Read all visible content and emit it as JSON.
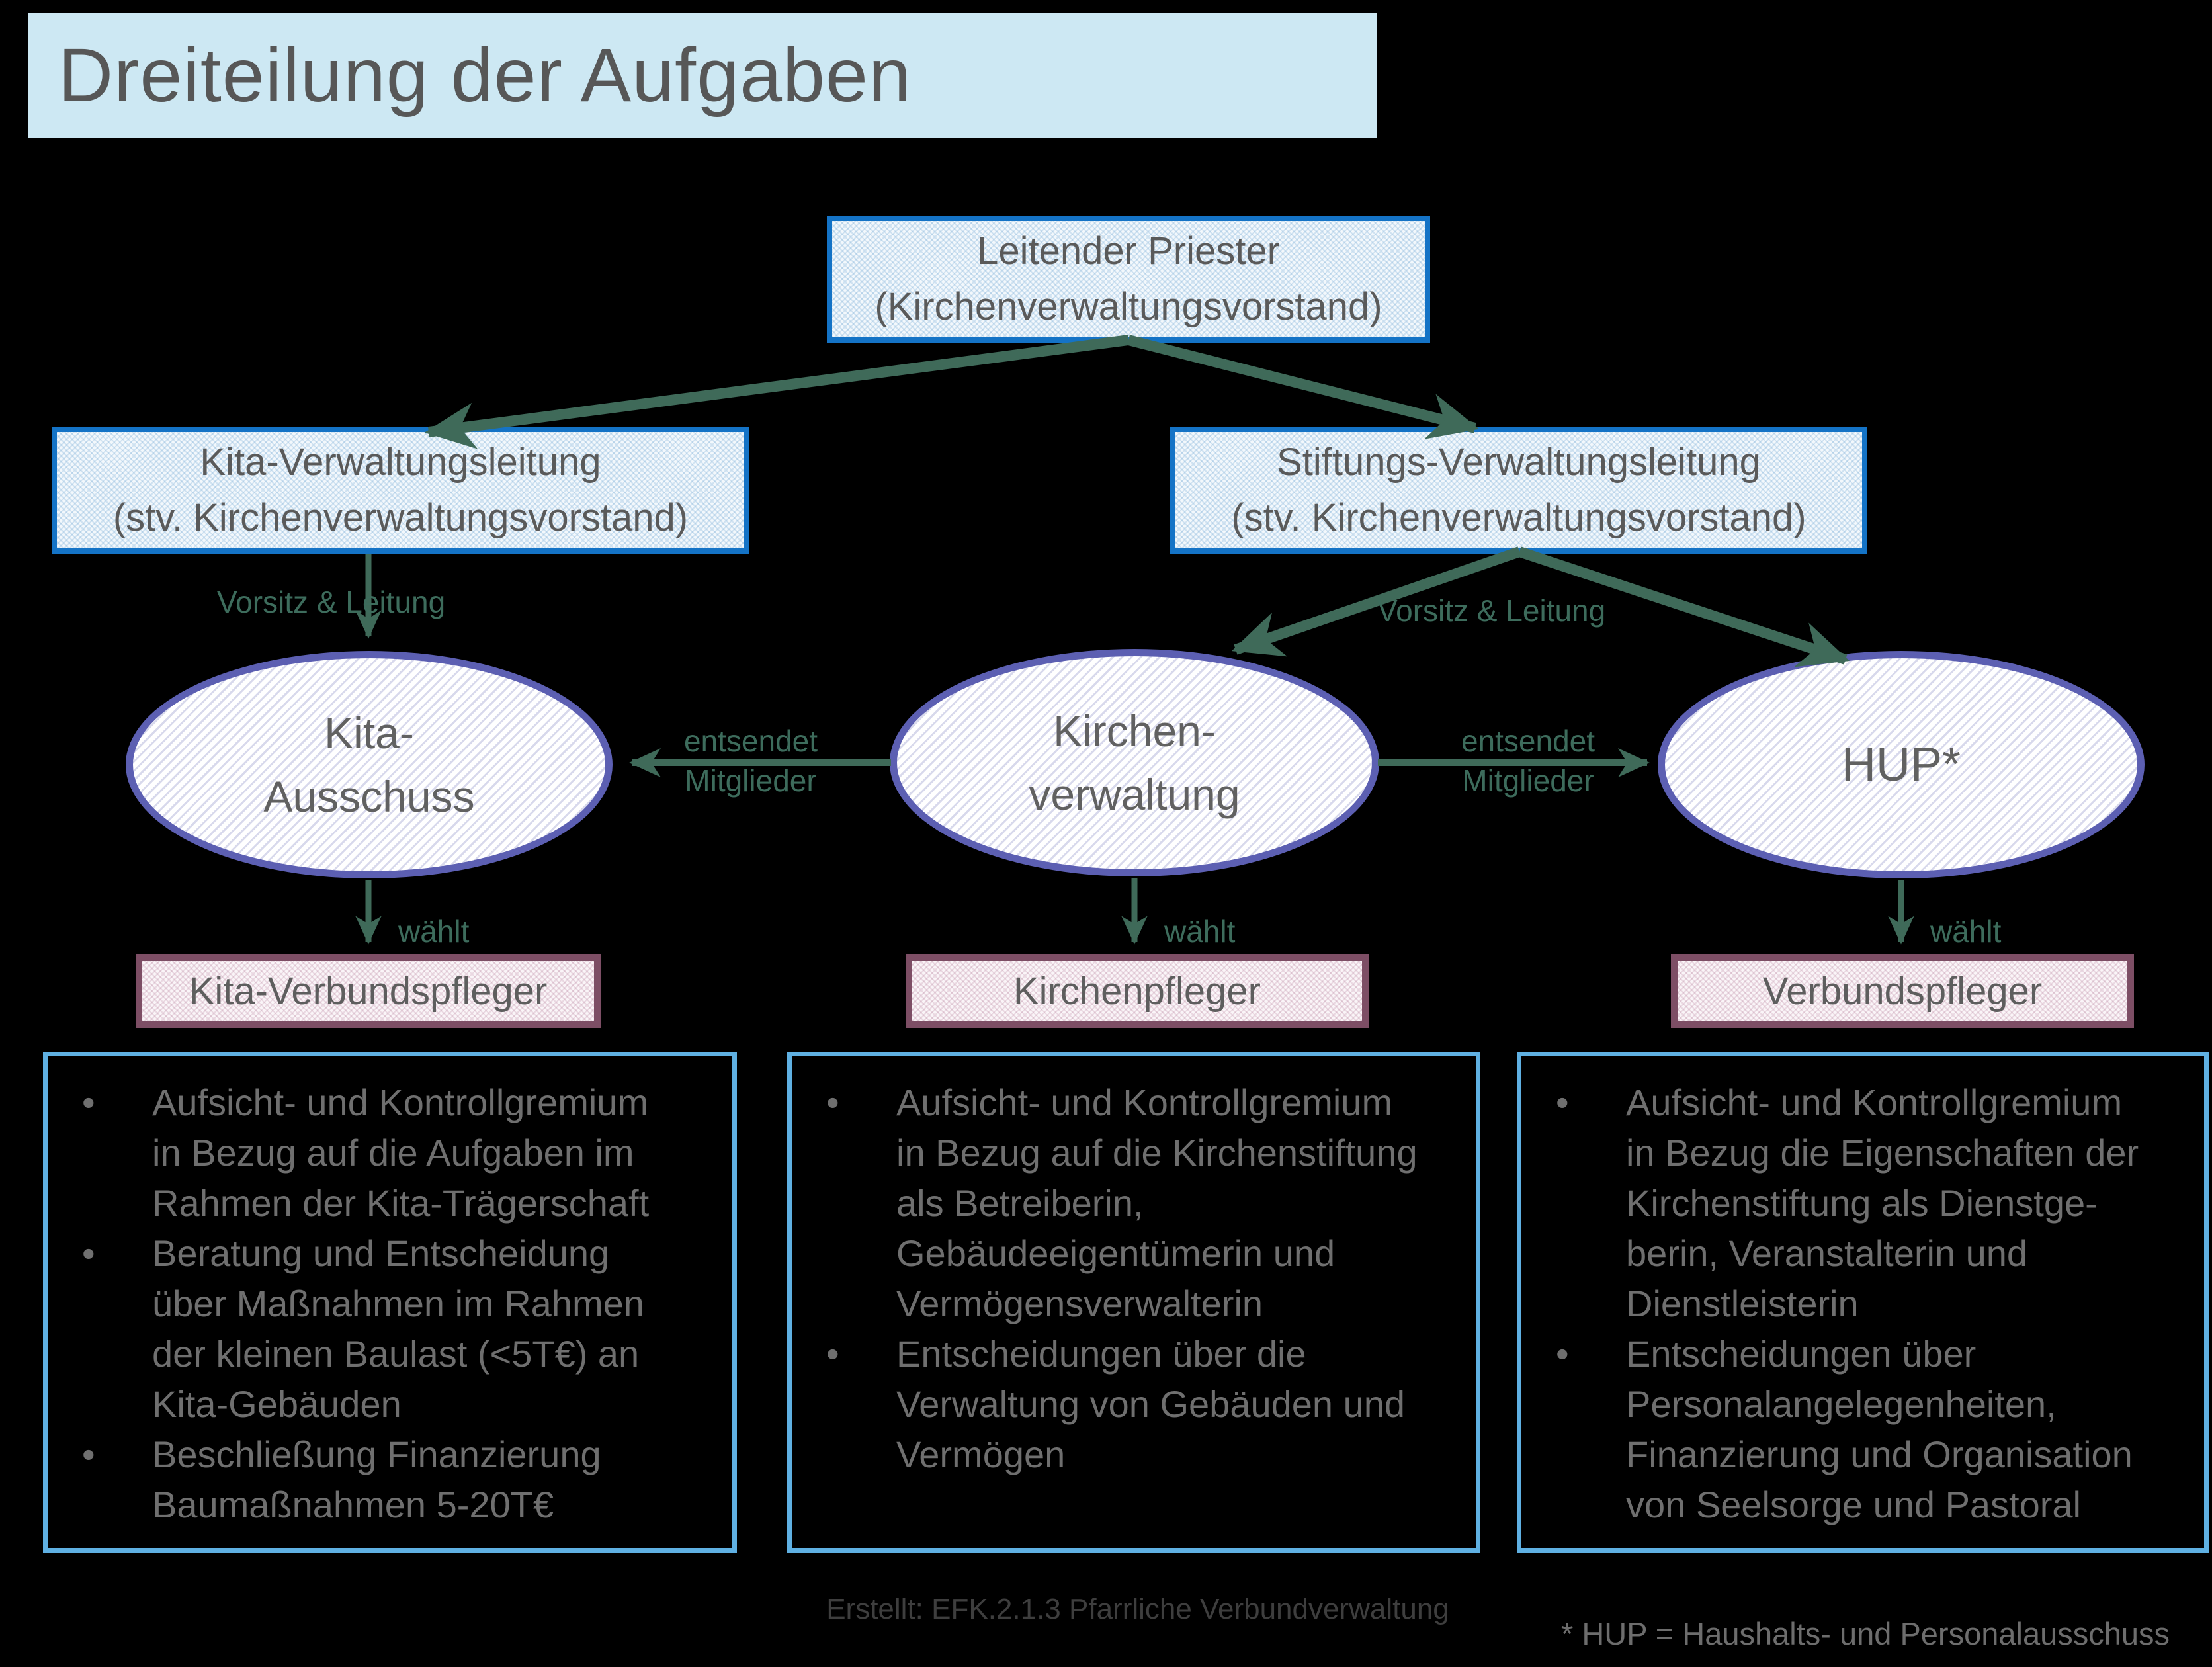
{
  "title": "Dreiteilung der Aufgaben",
  "nodes": {
    "leitender_priester": {
      "line1": "Leitender Priester",
      "line2": "(Kirchenverwaltungsvorstand)"
    },
    "kita_verwaltungsleitung": {
      "line1": "Kita-Verwaltungsleitung",
      "line2": "(stv. Kirchenverwaltungsvorstand)"
    },
    "stiftungs_verwaltungsleitung": {
      "line1": "Stiftungs-Verwaltungsleitung",
      "line2": "(stv. Kirchenverwaltungsvorstand)"
    }
  },
  "committees": {
    "kita_ausschuss": {
      "line1": "Kita-",
      "line2": "Ausschuss"
    },
    "kirchenverwaltung": {
      "line1": "Kirchen-",
      "line2": "verwaltung"
    },
    "hup": {
      "label": "HUP*"
    }
  },
  "officers": {
    "kita_verbundspfleger": "Kita-Verbundspfleger",
    "kirchenpfleger": "Kirchenpfleger",
    "verbundspfleger": "Verbundspfleger"
  },
  "edges": {
    "vorsitz_left": "Vorsitz & Leitung",
    "vorsitz_right": "Vorsitz & Leitung",
    "entsendet_left": {
      "line1": "entsendet",
      "line2": "Mitglieder"
    },
    "entsendet_right": {
      "line1": "entsendet",
      "line2": "Mitglieder"
    },
    "waehlt_left": "wählt",
    "waehlt_mid": "wählt",
    "waehlt_right": "wählt"
  },
  "panels": {
    "kita_ausschuss": [
      "Aufsicht- und Kontrollgremium in Bezug auf die Aufgaben im Rahmen der Kita-Trägerschaft",
      "Beratung und Entscheidung über Maßnahmen im Rahmen der kleinen Baulast (<5T€) an Kita-Gebäuden",
      "Beschließung Finanzierung Baumaßnahmen 5-20T€"
    ],
    "kirchenverwaltung": [
      "Aufsicht- und Kontrollgremium in Bezug auf die Kirchenstiftung als Betreiberin, Gebäudeeigentümerin und Vermögensverwalterin",
      "Entscheidungen über die Verwaltung von Gebäuden und Vermögen"
    ],
    "hup": [
      "Aufsicht- und Kontrollgremium in Bezug die Eigenschaften der Kirchenstiftung als Dienstge-berin, Veranstalterin und Dienstleisterin",
      "Entscheidungen über Personalangelegenheiten, Finanzierung und Organisation von Seelsorge und Pastoral"
    ]
  },
  "footer": {
    "created": "Erstellt: EFK.2.1.3 Pfarrliche Verbundverwaltung",
    "hup_footnote": "* HUP = Haushalts- und Personalausschuss"
  },
  "ui": {
    "bullet": "•"
  },
  "colors": {
    "background": "#000000",
    "title_bg": "#cde8f3",
    "box_border_blue": "#1473c6",
    "ellipse_border_purple": "#5c5fb2",
    "officer_border_maroon": "#7d4e65",
    "panel_border_lightblue": "#5fb0e2",
    "arrow_green": "#3f6a59",
    "label_green": "#3d6c5c",
    "text_gray": "#5a5a5a"
  }
}
